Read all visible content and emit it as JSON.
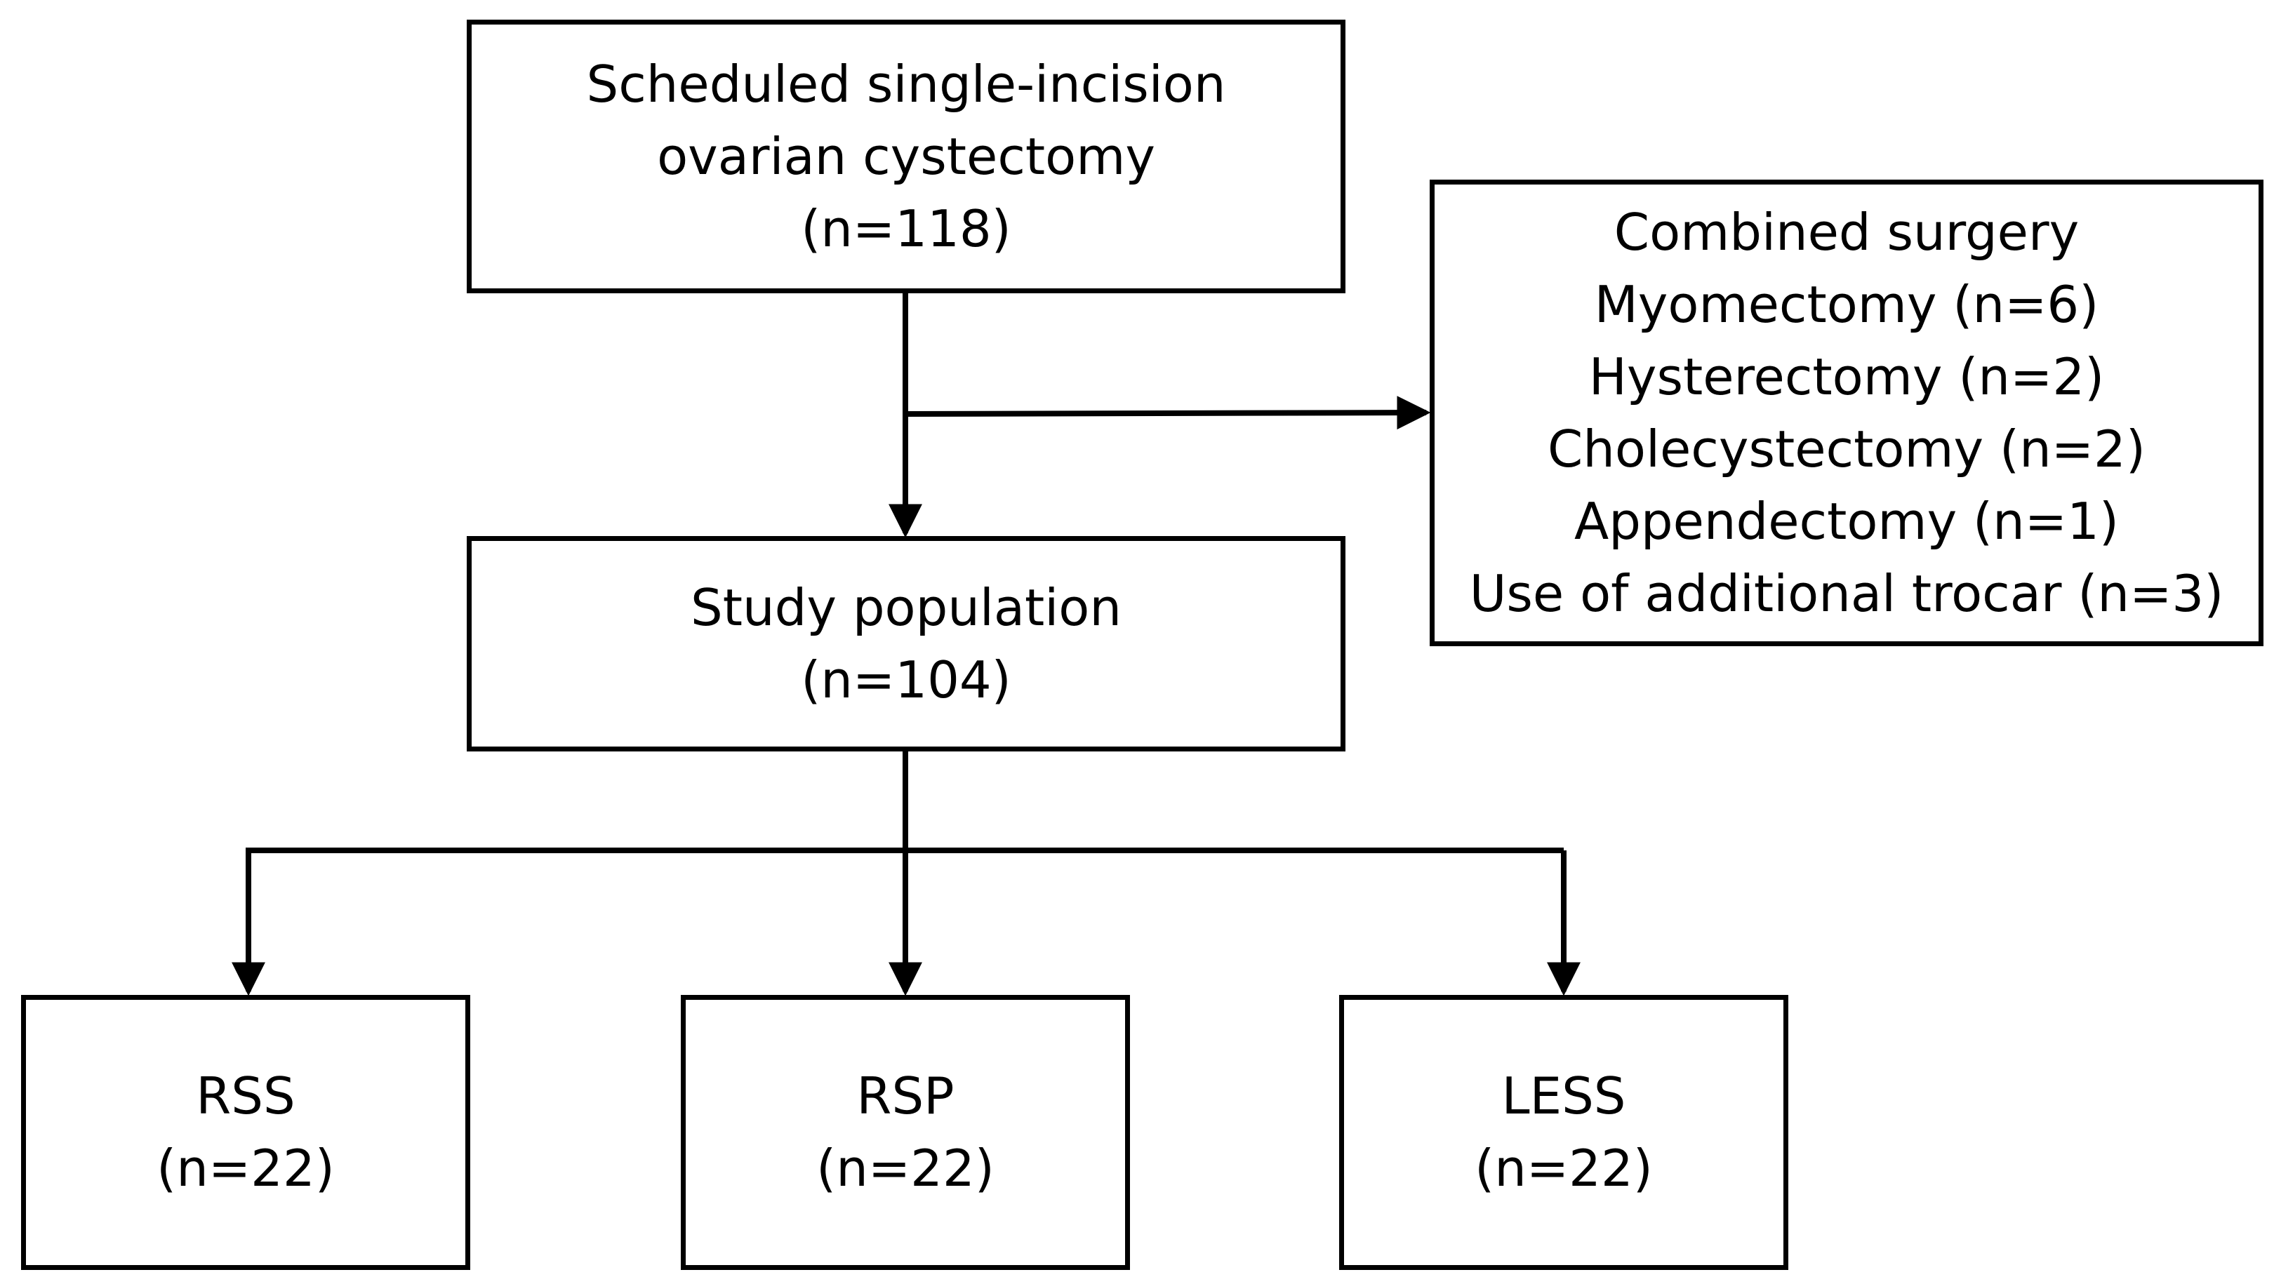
{
  "scheduled": {
    "line1": "Scheduled single-incision",
    "line2": "ovarian cystectomy",
    "count": "(n=118)"
  },
  "excluded": {
    "title": "Combined surgery",
    "items": [
      "Myomectomy (n=6)",
      "Hysterectomy (n=2)",
      "Cholecystectomy (n=2)",
      "Appendectomy (n=1)",
      "Use of additional trocar (n=3)"
    ]
  },
  "study": {
    "label": "Study population",
    "count": "(n=104)"
  },
  "groups": [
    {
      "label": "RSS",
      "count": "(n=22)"
    },
    {
      "label": "RSP",
      "count": "(n=22)"
    },
    {
      "label": "LESS",
      "count": "(n=22)"
    }
  ],
  "colors": {
    "line": "#000000",
    "background": "#ffffff"
  }
}
